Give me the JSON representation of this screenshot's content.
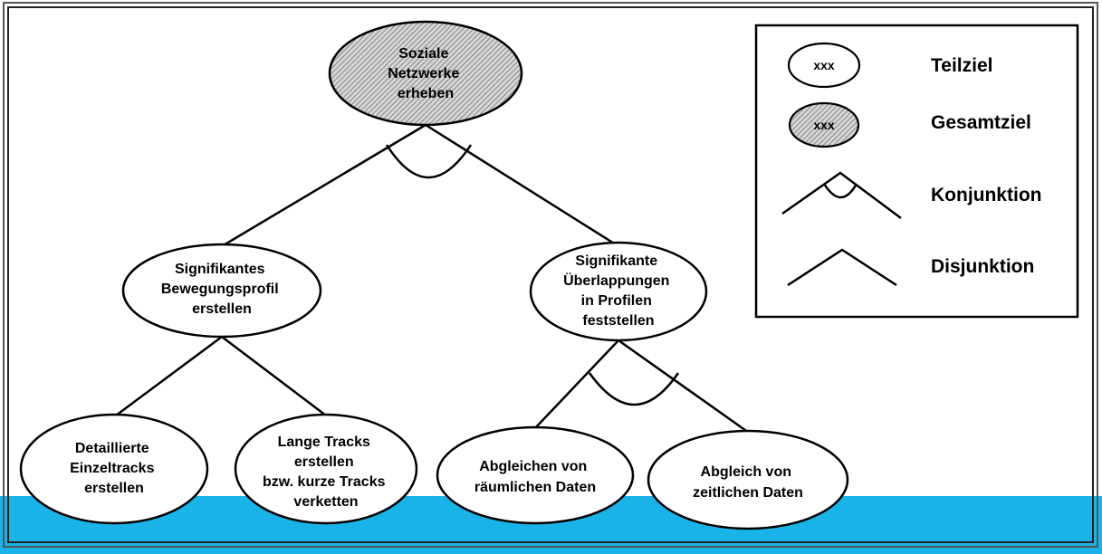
{
  "diagram": {
    "nodes": {
      "root": {
        "lines": [
          "Soziale",
          "Netzwerke",
          "erheben"
        ],
        "type": "Gesamtziel"
      },
      "profile": {
        "lines": [
          "Signifikantes",
          "Bewegungsprofil",
          "erstellen"
        ],
        "type": "Teilziel"
      },
      "overlap": {
        "lines": [
          "Signifikante",
          "Überlappungen",
          "in Profilen",
          "feststellen"
        ],
        "type": "Teilziel"
      },
      "detail": {
        "lines": [
          "Detaillierte",
          "Einzeltracks",
          "erstellen"
        ],
        "type": "Teilziel"
      },
      "tracks": {
        "lines": [
          "Lange Tracks",
          "erstellen",
          "bzw. kurze Tracks",
          "verketten"
        ],
        "type": "Teilziel"
      },
      "spatial": {
        "lines": [
          "Abgleichen von",
          "räumlichen Daten"
        ],
        "type": "Teilziel"
      },
      "temporal": {
        "lines": [
          "Abgleich von",
          "zeitlichen Daten"
        ],
        "type": "Teilziel"
      }
    },
    "edges": [
      {
        "from": "root",
        "to": [
          "profile",
          "overlap"
        ],
        "relation": "Konjunktion"
      },
      {
        "from": "profile",
        "to": [
          "detail",
          "tracks"
        ],
        "relation": "Disjunktion"
      },
      {
        "from": "overlap",
        "to": [
          "spatial",
          "temporal"
        ],
        "relation": "Konjunktion"
      }
    ]
  },
  "legend": {
    "sample_text": "xxx",
    "items": [
      {
        "symbol": "plain-ellipse",
        "label": "Teilziel"
      },
      {
        "symbol": "hatched-ellipse",
        "label": "Gesamtziel"
      },
      {
        "symbol": "arc-wedge",
        "label": "Konjunktion"
      },
      {
        "symbol": "wedge",
        "label": "Disjunktion"
      }
    ]
  },
  "colors": {
    "line": "#000000",
    "background": "#ffffff",
    "hatch_fill": "#cfcfcf",
    "bottom_band": "#1ab3e8",
    "frame": "#4a4a4a"
  }
}
